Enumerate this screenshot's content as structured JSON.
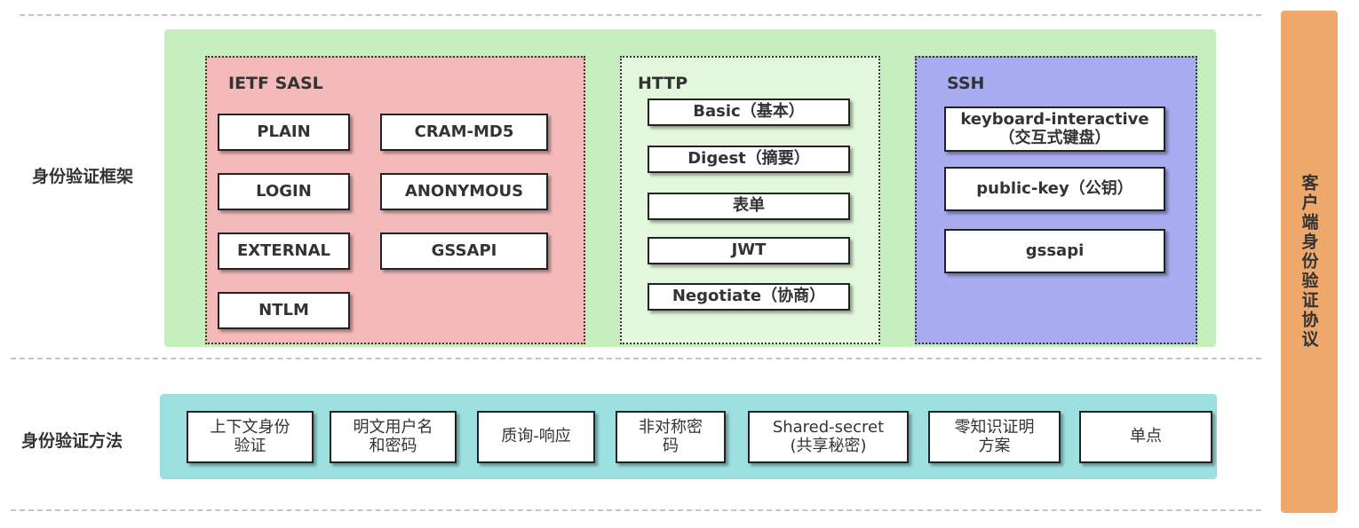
{
  "framework": {
    "label": "身份验证框架",
    "groups": [
      {
        "title": "IETF SASL",
        "items": [
          "PLAIN",
          "CRAM-MD5",
          "LOGIN",
          "ANONYMOUS",
          "EXTERNAL",
          "GSSAPI",
          "NTLM"
        ]
      },
      {
        "title": "HTTP",
        "items": [
          "Basic（基本）",
          "Digest（摘要）",
          "表单",
          "JWT",
          "Negotiate（协商）"
        ]
      },
      {
        "title": "SSH",
        "items": [
          "keyboard-interactive\n（交互式键盘）",
          "public-key（公钥）",
          "gssapi"
        ]
      }
    ]
  },
  "methods": {
    "label": "身份验证方法",
    "items": [
      "上下文身份\n验证",
      "明文用户名\n和密码",
      "质询-响应",
      "非对称密\n码",
      "Shared-secret\n(共享秘密)",
      "零知识证明\n方案",
      "单点"
    ]
  },
  "side_label": "客户端身份验证协议",
  "colors": {
    "framework_panel": "#c6efbd",
    "sasl_group": "#f4b9b9",
    "http_group": "#e3f7dc",
    "ssh_group": "#a9acf0",
    "methods_panel": "#9de0e0",
    "side_bar": "#eea86c"
  }
}
